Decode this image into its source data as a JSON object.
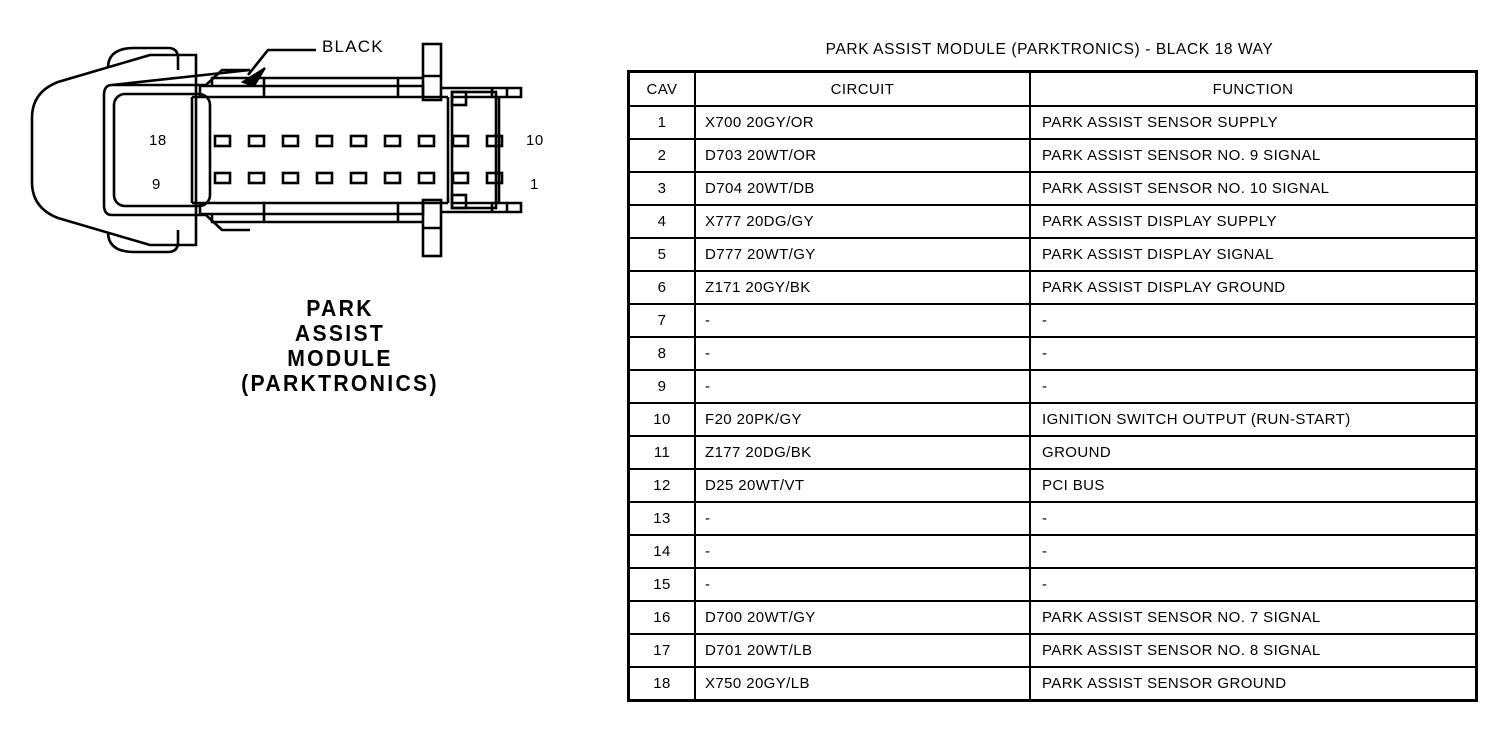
{
  "connector": {
    "color_label": "BLACK",
    "caption_lines": [
      "PARK",
      "ASSIST",
      "MODULE",
      "(PARKTRONICS)"
    ],
    "pin_labels": {
      "top_left": "18",
      "bottom_left": "9",
      "top_right": "10",
      "bottom_right": "1"
    },
    "pins_per_row": 9,
    "rows": 2
  },
  "table": {
    "title": "PARK ASSIST MODULE (PARKTRONICS) - BLACK 18 WAY",
    "headers": [
      "CAV",
      "CIRCUIT",
      "FUNCTION"
    ],
    "rows": [
      {
        "cav": "1",
        "circuit": "X700 20GY/OR",
        "function": "PARK ASSIST SENSOR SUPPLY"
      },
      {
        "cav": "2",
        "circuit": "D703 20WT/OR",
        "function": "PARK ASSIST SENSOR NO. 9 SIGNAL"
      },
      {
        "cav": "3",
        "circuit": "D704 20WT/DB",
        "function": "PARK ASSIST SENSOR NO. 10 SIGNAL"
      },
      {
        "cav": "4",
        "circuit": "X777 20DG/GY",
        "function": "PARK ASSIST DISPLAY SUPPLY"
      },
      {
        "cav": "5",
        "circuit": "D777 20WT/GY",
        "function": "PARK ASSIST DISPLAY SIGNAL"
      },
      {
        "cav": "6",
        "circuit": "Z171 20GY/BK",
        "function": "PARK ASSIST DISPLAY GROUND"
      },
      {
        "cav": "7",
        "circuit": "-",
        "function": "-"
      },
      {
        "cav": "8",
        "circuit": "-",
        "function": "-"
      },
      {
        "cav": "9",
        "circuit": "-",
        "function": "-"
      },
      {
        "cav": "10",
        "circuit": "F20 20PK/GY",
        "function": "IGNITION SWITCH OUTPUT (RUN-START)"
      },
      {
        "cav": "11",
        "circuit": "Z177 20DG/BK",
        "function": "GROUND"
      },
      {
        "cav": "12",
        "circuit": "D25 20WT/VT",
        "function": "PCI BUS"
      },
      {
        "cav": "13",
        "circuit": "-",
        "function": "-"
      },
      {
        "cav": "14",
        "circuit": "-",
        "function": "-"
      },
      {
        "cav": "15",
        "circuit": "-",
        "function": "-"
      },
      {
        "cav": "16",
        "circuit": "D700 20WT/GY",
        "function": "PARK ASSIST SENSOR NO. 7 SIGNAL"
      },
      {
        "cav": "17",
        "circuit": "D701 20WT/LB",
        "function": "PARK ASSIST SENSOR NO. 8 SIGNAL"
      },
      {
        "cav": "18",
        "circuit": "X750 20GY/LB",
        "function": "PARK ASSIST SENSOR GROUND"
      }
    ]
  },
  "colors": {
    "line": "#000000",
    "background": "#ffffff"
  }
}
